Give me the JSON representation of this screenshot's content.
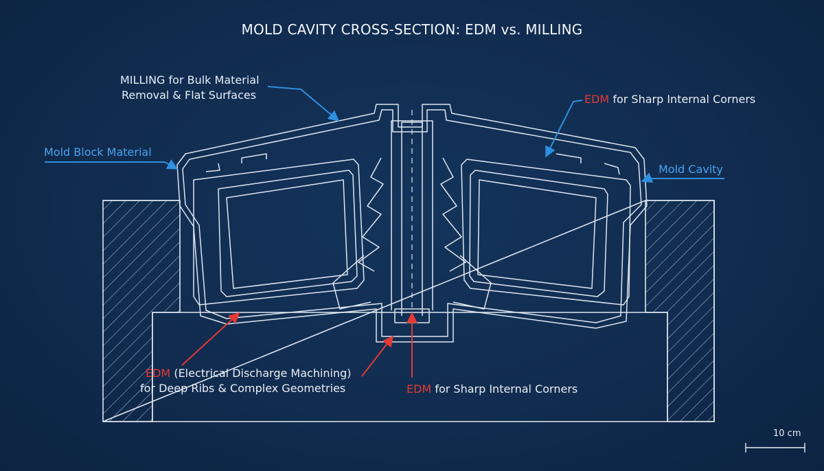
{
  "title": "MOLD CAVITY CROSS-SECTION: EDM vs. MILLING",
  "callouts": {
    "milling_line1": "MILLING for Bulk Material",
    "milling_line2": "Removal & Flat Surfaces",
    "edm_top_right_prefix": "EDM",
    "edm_top_right_text": " for Sharp Internal Corners",
    "mold_block": "Mold Block Material",
    "mold_cavity": "Mold Cavity",
    "edm_deep_prefix": "EDM",
    "edm_deep_line1": " (Electrical Discharge Machining)",
    "edm_deep_line2": "for Deep Ribs & Complex Geometries",
    "edm_bottom_prefix": "EDM",
    "edm_bottom_text": " for Sharp Internal Corners"
  },
  "scale_bar": {
    "label": "10 cm"
  },
  "colors": {
    "background": "#112c4f",
    "line": "#dfe7f1",
    "blue_arrow": "#2f8fe0",
    "red_arrow": "#e53935"
  }
}
